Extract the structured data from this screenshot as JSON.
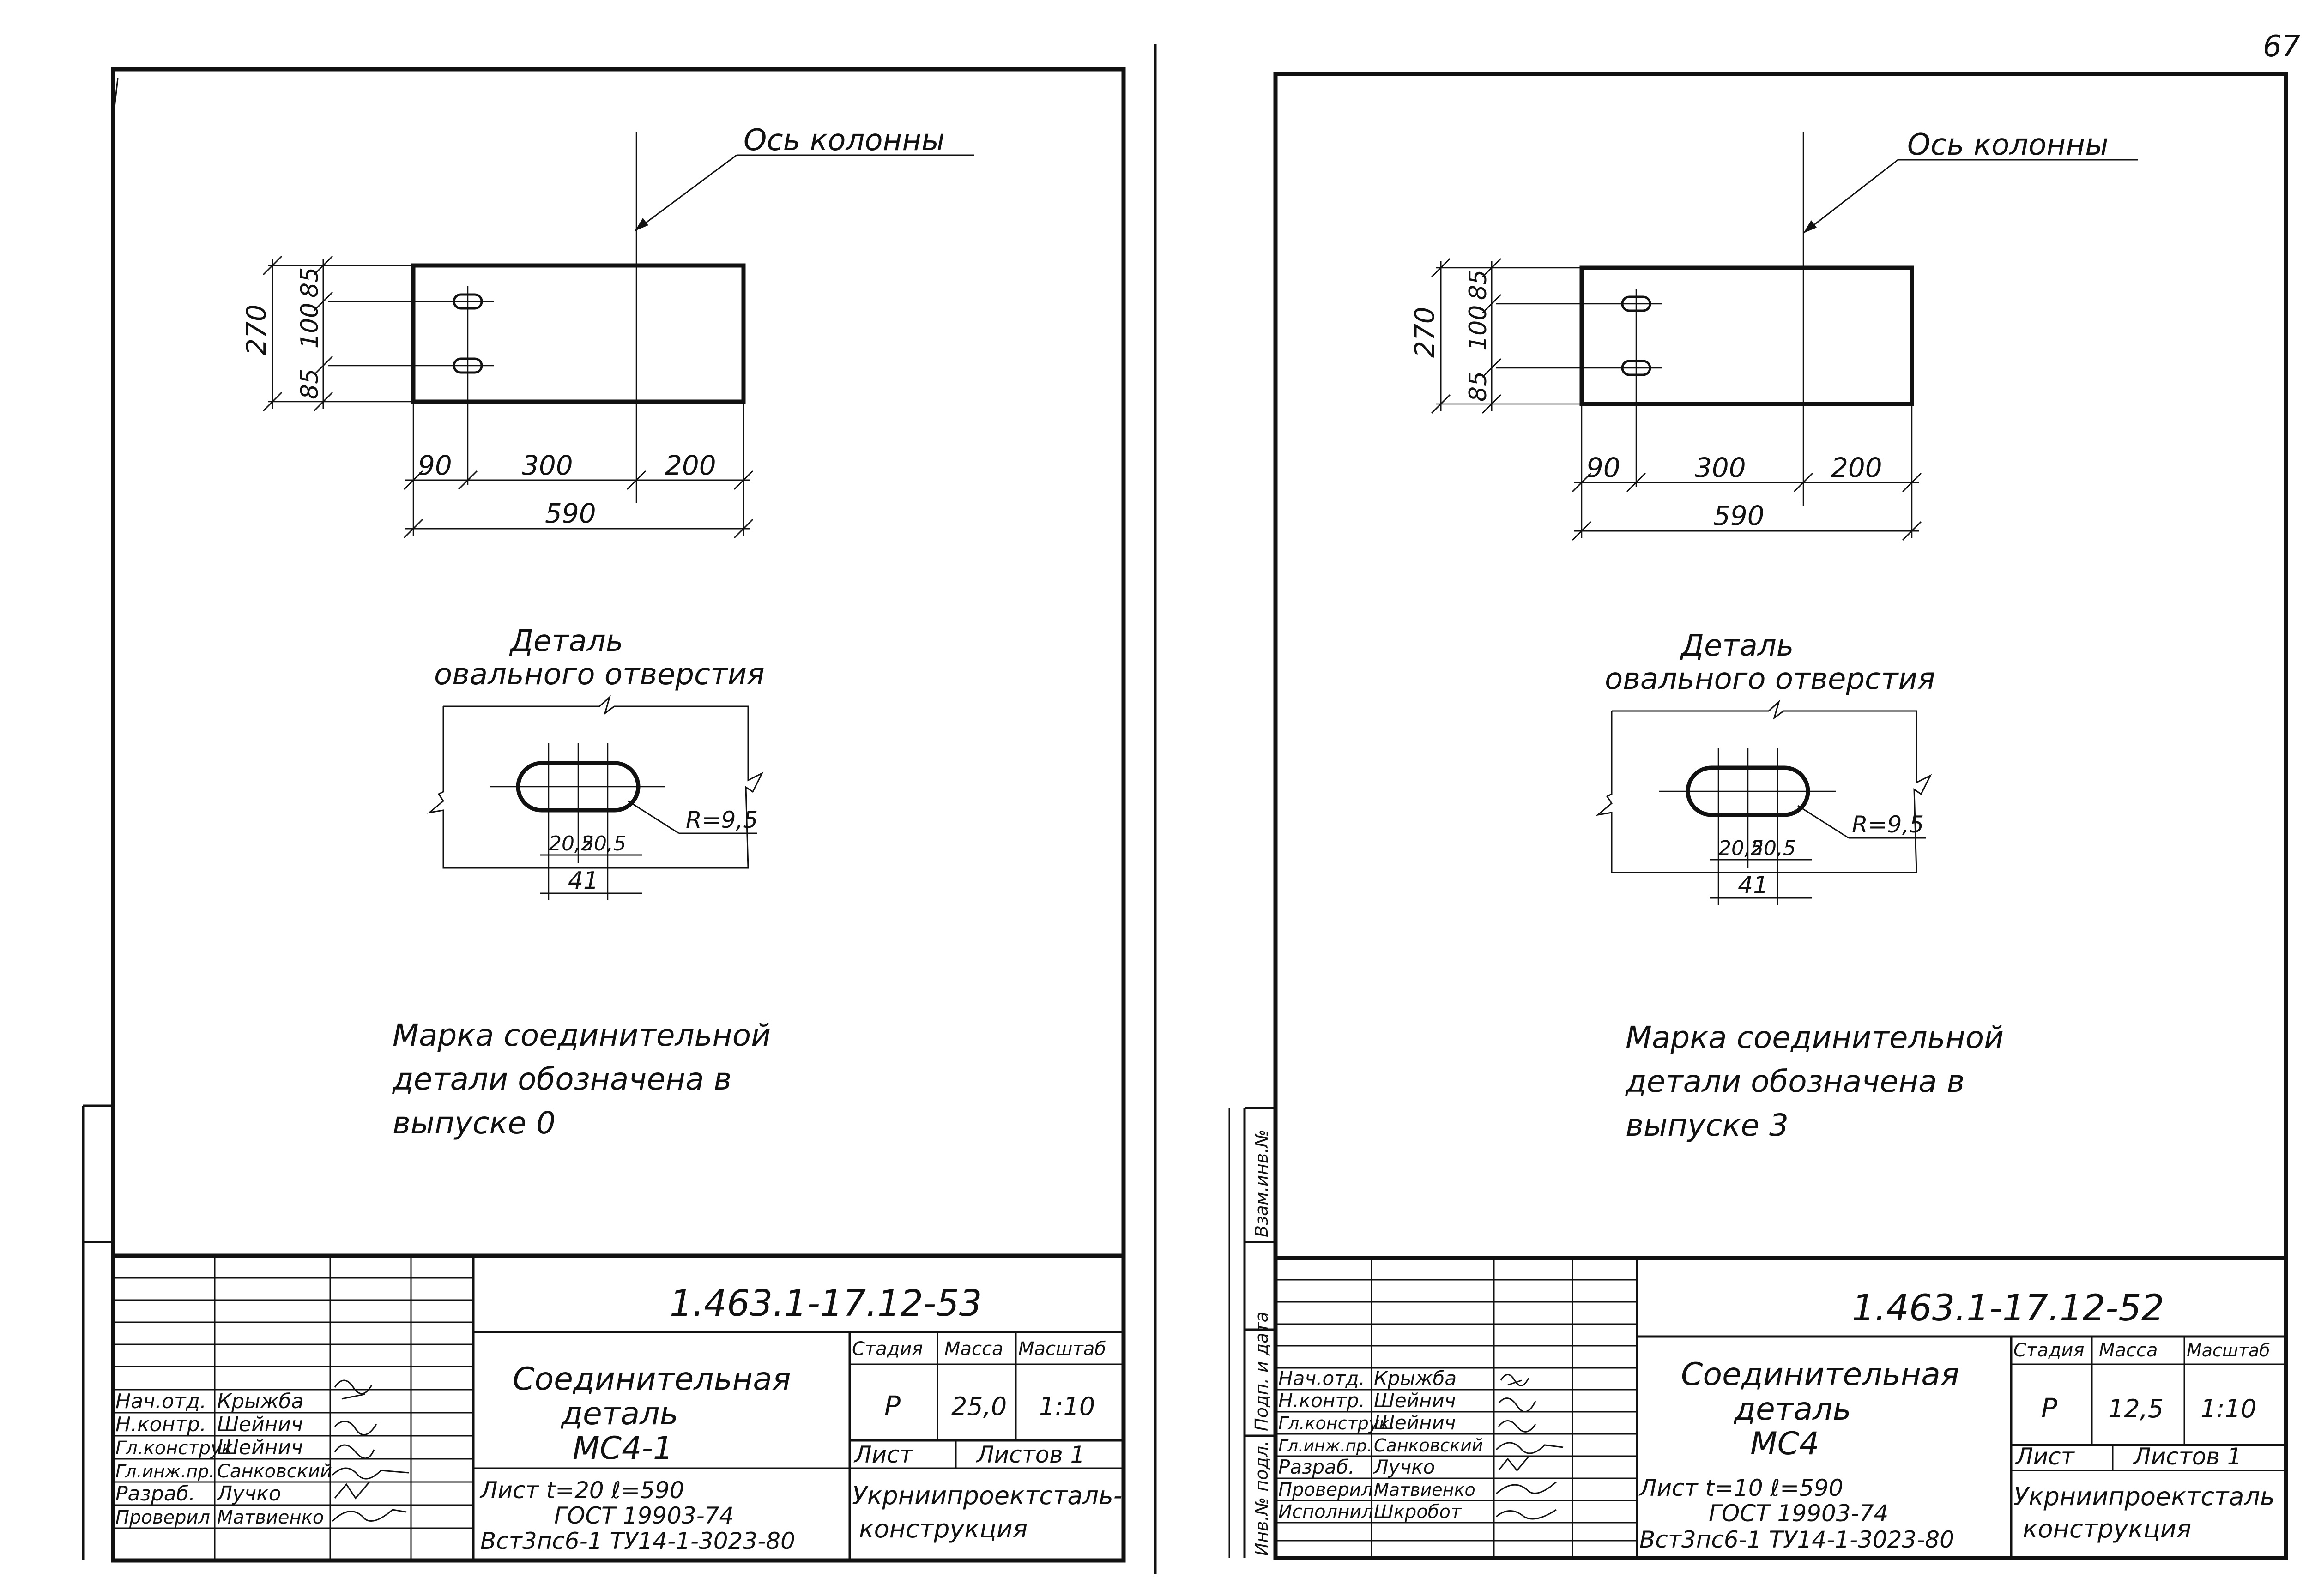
{
  "page_number": "67",
  "drawings": [
    {
      "axis_label": "Ось колонны",
      "dims": {
        "d85_top": "85",
        "d100": "100",
        "d85_bottom": "85",
        "d270": "270",
        "d90": "90",
        "d300": "300",
        "d200": "200",
        "d590": "590"
      },
      "detail_title_1": "Деталь",
      "detail_title_2": "овального отверстия",
      "detail_dims": {
        "radius": "R=9,5",
        "half_a": "20,5",
        "half_b": "20,5",
        "width": "41"
      },
      "note_lines": [
        "Марка соединительной",
        "детали обозначена в",
        "выпуске 0"
      ],
      "title_block": {
        "doc_code": "1.463.1-17.12-53",
        "name_lines": [
          "Соединительная",
          "деталь",
          "МС4-1"
        ],
        "stage_label": "Стадия",
        "mass_label": "Масса",
        "scale_label": "Масштаб",
        "stage": "Р",
        "mass": "25,0",
        "scale": "1:10",
        "sheet_label": "Лист",
        "sheets_label": "Листов 1",
        "org_lines": [
          "Укрниипроектсталь-",
          "конструкция"
        ],
        "material_lines": [
          "Лист t=20 ℓ=590",
          "ГОСТ 19903-74",
          "Вст3пс6-1 ТУ14-1-3023-80"
        ],
        "signers": [
          {
            "role": "Нач.отд.",
            "name": "Крыжба"
          },
          {
            "role": "Н.контр.",
            "name": "Шейнич"
          },
          {
            "role": "Гл.конструк.",
            "name": "Шейнич"
          },
          {
            "role": "Гл.инж.пр.",
            "name": "Санковский"
          },
          {
            "role": "Разраб.",
            "name": "Лучко"
          },
          {
            "role": "Проверил",
            "name": "Матвиенко"
          }
        ]
      }
    },
    {
      "axis_label": "Ось колонны",
      "dims": {
        "d85_top": "85",
        "d100": "100",
        "d85_bottom": "85",
        "d270": "270",
        "d90": "90",
        "d300": "300",
        "d200": "200",
        "d590": "590"
      },
      "detail_title_1": "Деталь",
      "detail_title_2": "овального отверстия",
      "detail_dims": {
        "radius": "R=9,5",
        "half_a": "20,5",
        "half_b": "20,5",
        "width": "41"
      },
      "note_lines": [
        "Марка соединительной",
        "детали обозначена в",
        "выпуске 3"
      ],
      "title_block": {
        "doc_code": "1.463.1-17.12-52",
        "name_lines": [
          "Соединительная",
          "деталь",
          "МС4"
        ],
        "stage_label": "Стадия",
        "mass_label": "Масса",
        "scale_label": "Масштаб",
        "stage": "Р",
        "mass": "12,5",
        "scale": "1:10",
        "sheet_label": "Лист",
        "sheets_label": "Листов 1",
        "org_lines": [
          "Укрниипроектсталь",
          "конструкция"
        ],
        "material_lines": [
          "Лист t=10 ℓ=590",
          "ГОСТ 19903-74",
          "Вст3пс6-1 ТУ14-1-3023-80"
        ],
        "signers": [
          {
            "role": "Нач.отд.",
            "name": "Крыжба"
          },
          {
            "role": "Н.контр.",
            "name": "Шейнич"
          },
          {
            "role": "Гл.конструк.",
            "name": "Шейнич"
          },
          {
            "role": "Гл.инж.пр.",
            "name": "Санковский"
          },
          {
            "role": "Разраб.",
            "name": "Лучко"
          },
          {
            "role": "Проверил",
            "name": "Матвиенко"
          },
          {
            "role": "Исполнил",
            "name": "Шкробот"
          }
        ]
      }
    }
  ],
  "side_stamp": [
    "Взам.инв.№",
    "Подп. и дата",
    "Инв.№ подл."
  ]
}
